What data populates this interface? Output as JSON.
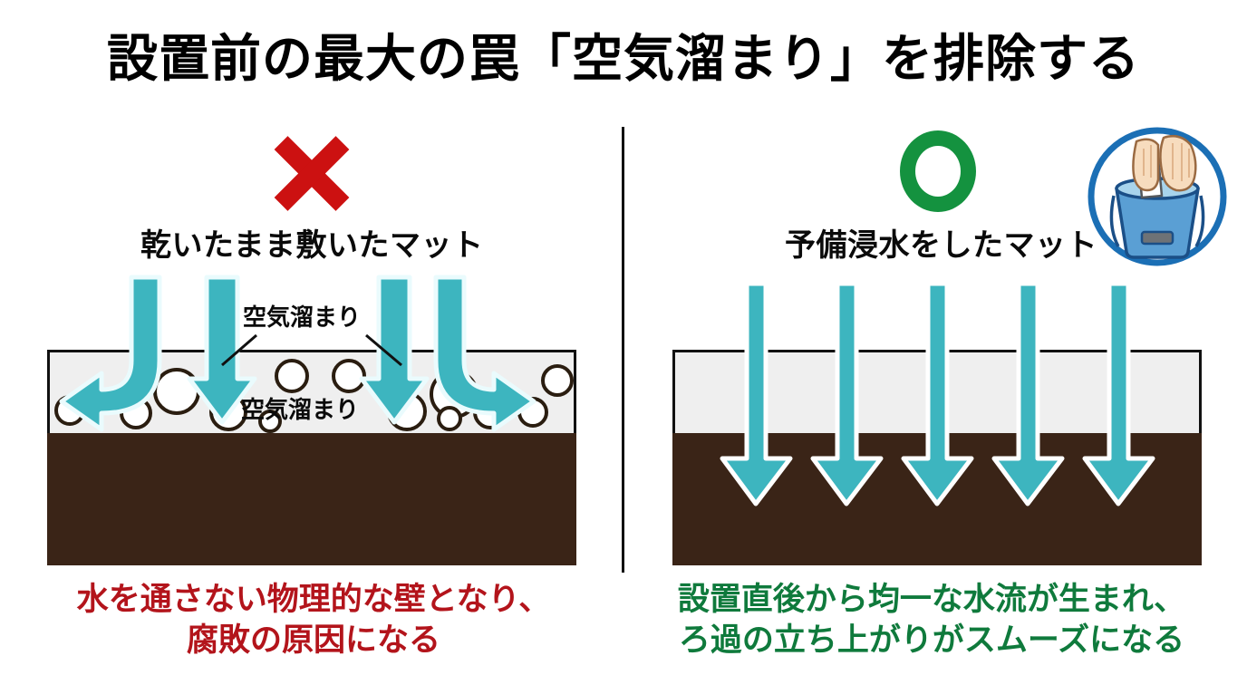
{
  "title": "設置前の最大の罠「空気溜まり」を排除する",
  "divider": {
    "present": true
  },
  "panels": {
    "left": {
      "mark": "×",
      "mark_icon": "red-cross-icon",
      "mark_color": "#cc1111",
      "subhead": "乾いたまま敷いたマット",
      "air_label_top": "空気溜まり",
      "air_label_mid": "空気溜まり",
      "caption_line1": "水を通さない物理的な壁となり、",
      "caption_line2": "腐敗の原因になる",
      "caption_color": "#b3141b",
      "mat_color": "#efefef",
      "soil_color": "#3a2417",
      "arrow_color": "#3db5bf",
      "arrows": [
        {
          "id": "arrow-deflect-left",
          "type": "curve-left"
        },
        {
          "id": "arrow-blocked-1",
          "type": "blocked-down"
        },
        {
          "id": "arrow-blocked-2",
          "type": "blocked-down"
        },
        {
          "id": "arrow-deflect-right",
          "type": "curve-right"
        }
      ],
      "bubbles": 14
    },
    "right": {
      "mark": "○",
      "mark_icon": "green-circle-icon",
      "mark_color": "#14923f",
      "subhead": "予備浸水をしたマット",
      "badge_icon": "bucket-soak-icon",
      "badge_ring_color": "#1b6fb5",
      "badge_bucket_color": "#5a9fd4",
      "badge_water_color": "#a8d4ec",
      "caption_line1": "設置直後から均一な水流が生まれ、",
      "caption_line2": "ろ過の立ち上がりがスムーズになる",
      "caption_color": "#0f7a3c",
      "mat_color": "#efefef",
      "soil_color": "#3a2417",
      "arrow_color": "#3db5bf",
      "arrows": [
        {
          "id": "arrow-flow-1",
          "type": "straight-through"
        },
        {
          "id": "arrow-flow-2",
          "type": "straight-through"
        },
        {
          "id": "arrow-flow-3",
          "type": "straight-through"
        },
        {
          "id": "arrow-flow-4",
          "type": "straight-through"
        },
        {
          "id": "arrow-flow-5",
          "type": "straight-through"
        }
      ]
    }
  }
}
